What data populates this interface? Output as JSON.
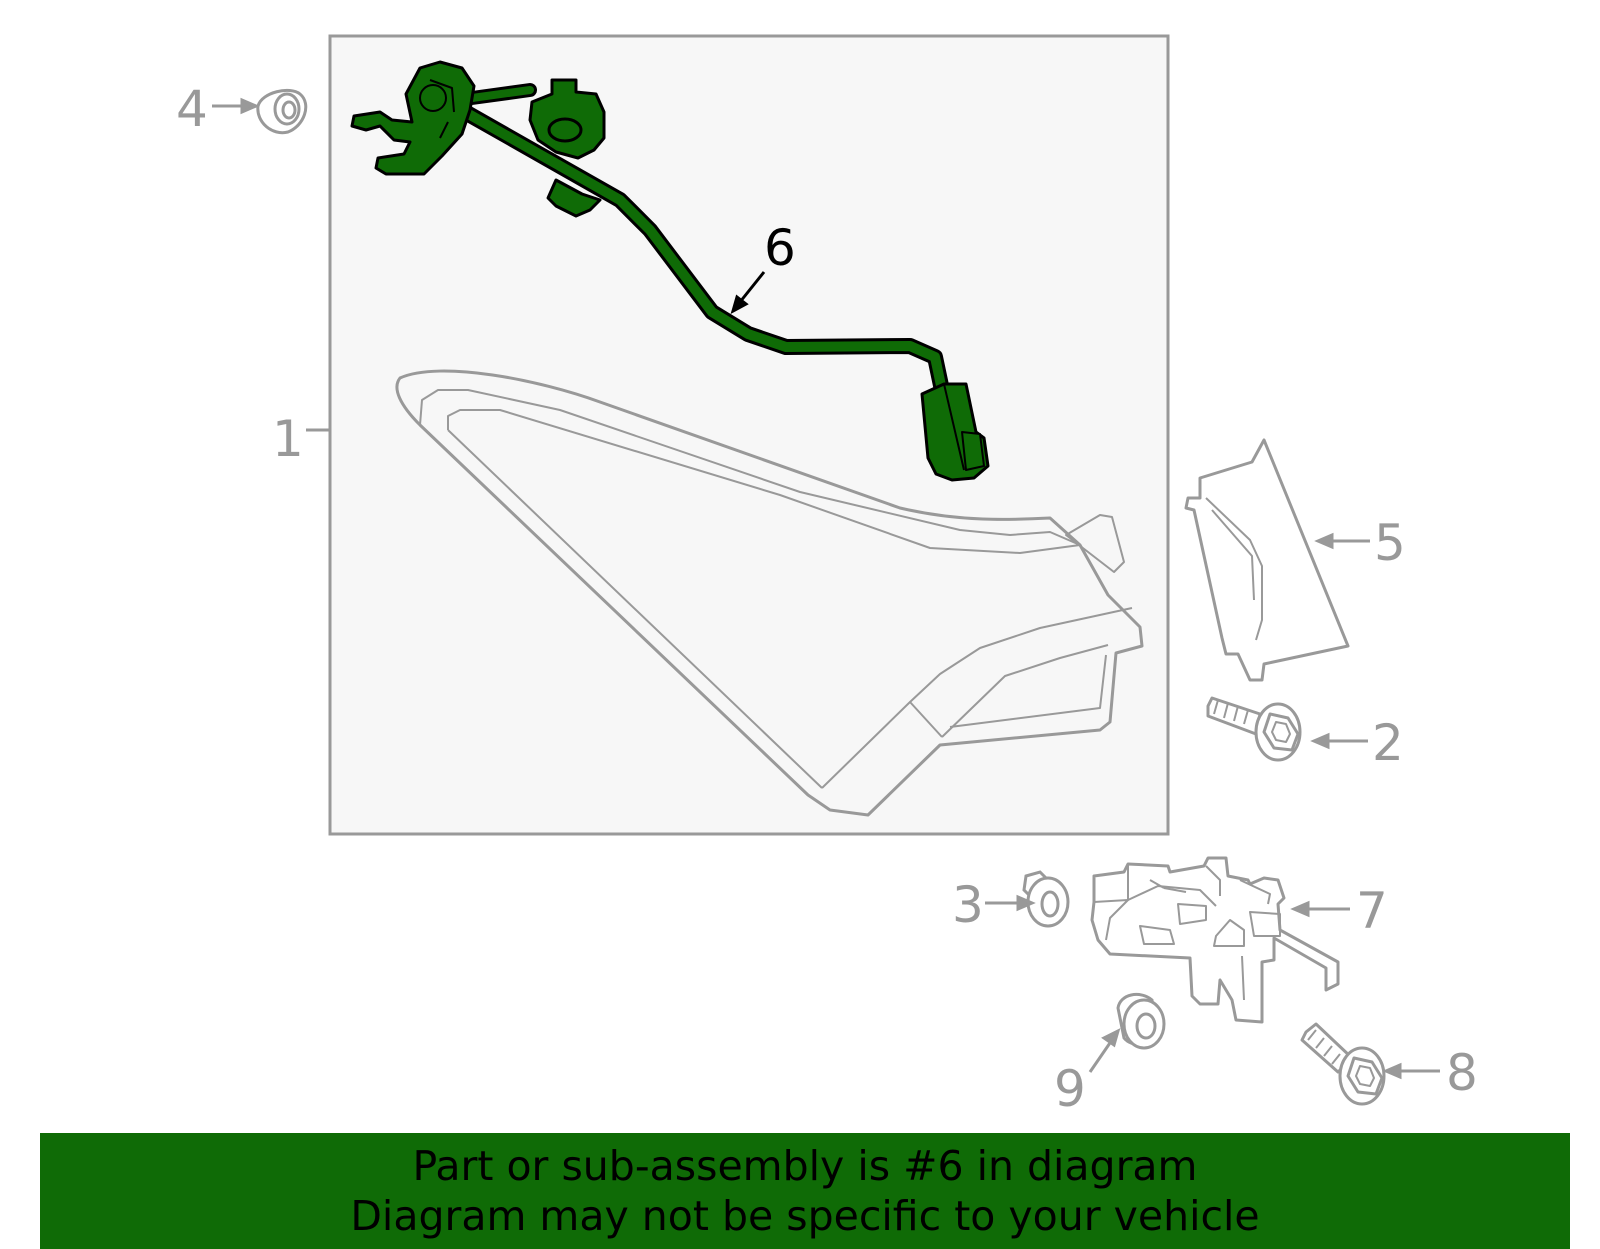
{
  "colors": {
    "highlight_fill": "#0f6b06",
    "outline": "#999999",
    "panel_background": "#f7f7f7",
    "banner_background": "#0f6b06",
    "label_highlighted": "#000000",
    "label_default": "#999999"
  },
  "callouts": {
    "c1": "1",
    "c2": "2",
    "c3": "3",
    "c4": "4",
    "c5": "5",
    "c6": "6",
    "c7": "7",
    "c8": "8",
    "c9": "9"
  },
  "highlighted_part": "6",
  "banner": {
    "line1": "Part or sub-assembly is #6 in diagram",
    "line2": "Diagram may not be specific to your vehicle"
  }
}
